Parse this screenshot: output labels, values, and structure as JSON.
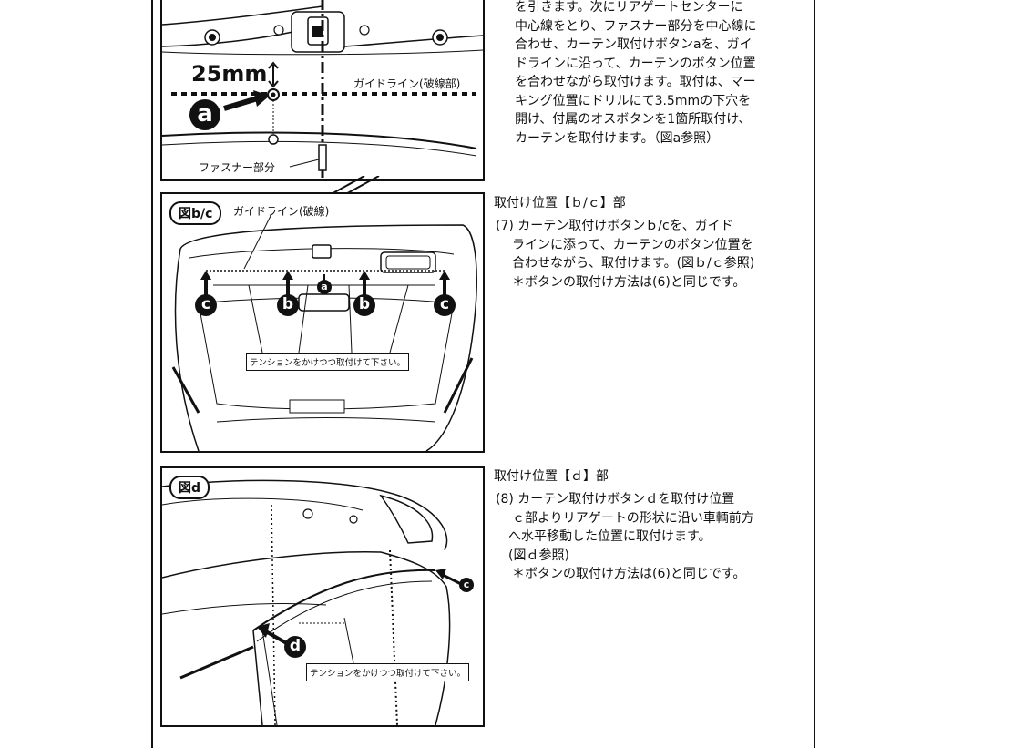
{
  "figure_a": {
    "dim": "25mm",
    "guide": "ガイドライン(破線部)",
    "fastener": "ファスナー部分",
    "marker": "a"
  },
  "figure_bc": {
    "label": "図b/c",
    "guide": "ガイドライン(破線)",
    "tension": "テンションをかけつつ取付けて下さい。",
    "markers": [
      "c",
      "b",
      "a",
      "b",
      "c"
    ]
  },
  "figure_d": {
    "label": "図d",
    "tension": "テンションをかけつつ取付けて下さい。",
    "markers": [
      "c",
      "d"
    ]
  },
  "section6": {
    "lines": [
      "を引きます。次にリアゲートセンターに",
      "中心線をとり、ファスナー部分を中心線に",
      "合わせ、カーテン取付けボタンaを、ガイ",
      "ドラインに沿って、カーテンのボタン位置",
      "を合わせながら取付けます。取付は、マー",
      "キング位置にドリルにて3.5mmの下穴を",
      "開け、付属のオスボタンを1箇所取付け、",
      "カーテンを取付けます。（図a参照）"
    ]
  },
  "section7": {
    "heading": "取付け位置【ｂ/ｃ】部",
    "lines": [
      "(7) カーテン取付けボタンｂ/cを、ガイド",
      "ラインに添って、カーテンのボタン位置を",
      "合わせながら、取付けます。(図ｂ/ｃ参照)",
      "＊ボタンの取付け方法は(6)と同じです。"
    ]
  },
  "section8": {
    "heading": "取付け位置【ｄ】部",
    "lines": [
      "(8) カーテン取付けボタンｄを取付け位置",
      "ｃ部よりリアゲートの形状に沿い車輌前方",
      "へ水平移動した位置に取付けます。",
      "(図ｄ参照)",
      "＊ボタンの取付け方法は(6)と同じです。"
    ]
  }
}
